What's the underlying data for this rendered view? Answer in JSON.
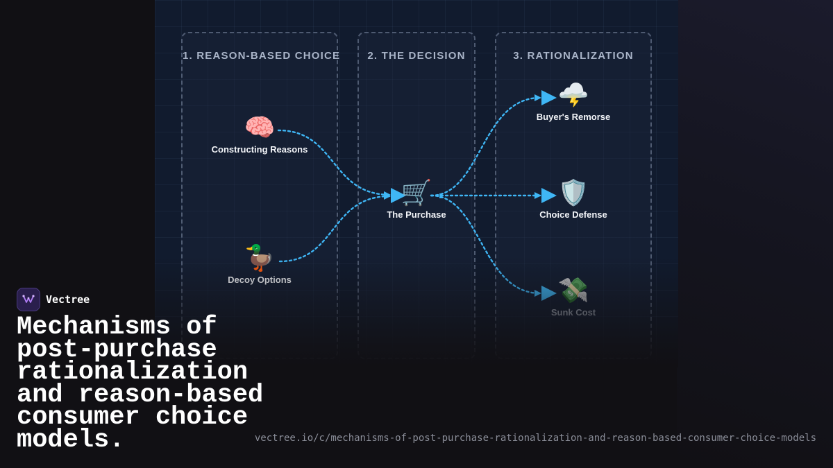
{
  "brand": {
    "name": "Vectree",
    "logo_icon": "vectree-logo-icon"
  },
  "headline": "Mechanisms of post-purchase rationalization and reason-based consumer choice models.",
  "url": "vectree.io/c/mechanisms-of-post-purchase-rationalization-and-reason-based-consumer-choice-models",
  "diagram": {
    "columns": [
      {
        "title": "1. REASON-BASED CHOICE"
      },
      {
        "title": "2. THE DECISION"
      },
      {
        "title": "3. RATIONALIZATION"
      }
    ],
    "nodes": {
      "constructing_reasons": {
        "label": "Constructing Reasons",
        "emoji": "🧠",
        "icon": "brain-icon"
      },
      "decoy_options": {
        "label": "Decoy Options",
        "emoji": "🦆",
        "icon": "duck-icon"
      },
      "purchase": {
        "label": "The Purchase",
        "emoji": "🛒",
        "icon": "shopping-cart-icon"
      },
      "buyers_remorse": {
        "label": "Buyer's Remorse",
        "emoji": "🌩️",
        "icon": "storm-cloud-icon"
      },
      "choice_defense": {
        "label": "Choice Defense",
        "emoji": "🛡️",
        "icon": "shield-icon"
      },
      "sunk_cost": {
        "label": "Sunk Cost",
        "emoji": "💸",
        "icon": "money-wings-icon"
      }
    },
    "edges": [
      {
        "from": "constructing_reasons",
        "to": "purchase"
      },
      {
        "from": "decoy_options",
        "to": "purchase"
      },
      {
        "from": "purchase",
        "to": "buyers_remorse"
      },
      {
        "from": "purchase",
        "to": "choice_defense"
      },
      {
        "from": "purchase",
        "to": "sunk_cost"
      }
    ],
    "colors": {
      "edge": "#3fb6f5",
      "panel_border": "#96a5be",
      "title": "#a9b4c8"
    }
  }
}
